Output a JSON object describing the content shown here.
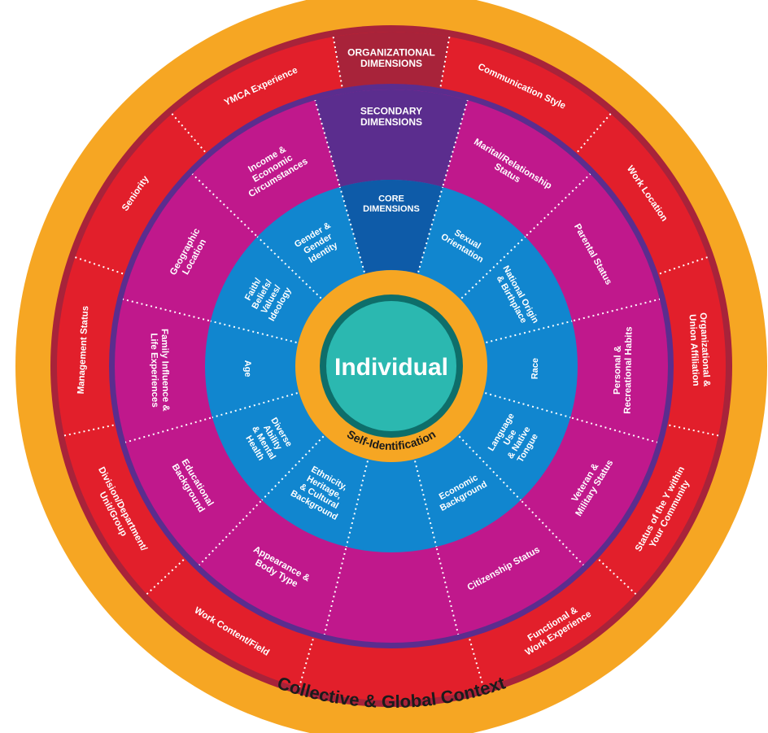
{
  "colors": {
    "outer_ring": "#F6A623",
    "outer_ring_dark": "#A8233A",
    "organizational": "#E21F2B",
    "organizational_header": "#A8233A",
    "secondary_border": "#5B2D8E",
    "secondary": "#C0188C",
    "secondary_header": "#5B2D8E",
    "core": "#1186CF",
    "core_header": "#0E5BA8",
    "self_identification_ring": "#F6A623",
    "center_border": "#0E6E6A",
    "center": "#2BB8B0"
  },
  "labels": {
    "collective_context": "Collective & Global Context",
    "self_identification": "Self-Identification",
    "individual": "Individual",
    "organizational_header": [
      "ORGANIZATIONAL",
      "DIMENSIONS"
    ],
    "secondary_header": [
      "SECONDARY",
      "DIMENSIONS"
    ],
    "core_header": [
      "CORE",
      "DIMENSIONS"
    ]
  },
  "organizational_dimensions": [
    [
      "Communication Style"
    ],
    [
      "Work Location"
    ],
    [
      "Organizational &",
      "Union Affiliation"
    ],
    [
      "Status of the Y within",
      "Your Community"
    ],
    [
      "Functional &",
      "Work Experience"
    ],
    [],
    [
      "Work Content/Field"
    ],
    [
      "Division/Department/",
      "Unit/Group"
    ],
    [
      "Management Status"
    ],
    [
      "Seniority"
    ],
    [
      "YMCA Experience"
    ]
  ],
  "secondary_dimensions": [
    [
      "Marital/Relationship",
      "Status"
    ],
    [
      "Parental Status"
    ],
    [
      "Personal &",
      "Recreational Habits"
    ],
    [
      "Veteran &",
      "Military Status"
    ],
    [
      "Citizenship Status"
    ],
    [],
    [
      "Appearance &",
      "Body Type"
    ],
    [
      "Educational",
      "Background"
    ],
    [
      "Family Influence &",
      "Life Experiences"
    ],
    [
      "Geographic",
      "Location"
    ],
    [
      "Income &",
      "Economic",
      "Circumstances"
    ]
  ],
  "core_dimensions": [
    [
      "Sexual",
      "Orientation"
    ],
    [
      "National Origin",
      "& Birthplace"
    ],
    [
      "Race"
    ],
    [
      "Language",
      "Use",
      "& Native",
      "Tongue"
    ],
    [
      "Economic",
      "Background"
    ],
    [],
    [
      "Ethnicity,",
      "Heritage,",
      "& Cultural",
      "Background"
    ],
    [
      "Diverse",
      "Ability",
      "& Mental",
      "Health"
    ],
    [
      "Age"
    ],
    [
      "Faith/",
      "Beliefs/",
      "Values/",
      "Ideology"
    ],
    [
      "Gender &",
      "Gender",
      "Identity"
    ]
  ]
}
